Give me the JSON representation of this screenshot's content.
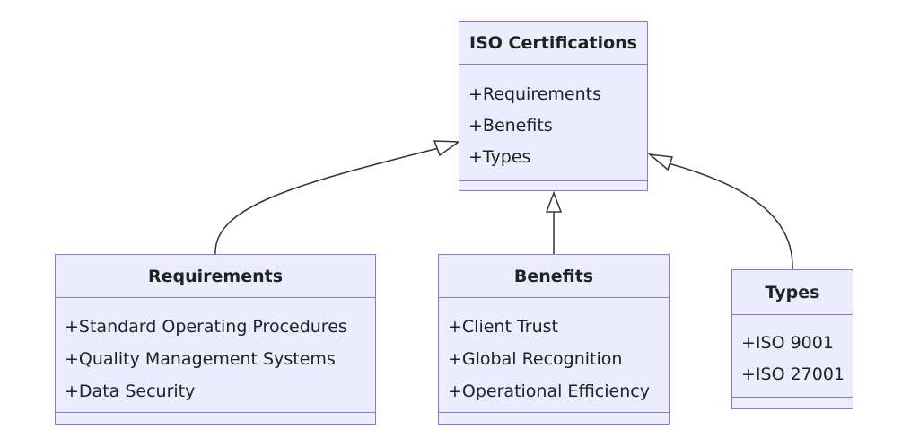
{
  "classes": {
    "iso": {
      "name": "ISO Certifications",
      "attributes": [
        "+Requirements",
        "+Benefits",
        "+Types"
      ]
    },
    "requirements": {
      "name": "Requirements",
      "attributes": [
        "+Standard Operating Procedures",
        "+Quality Management Systems",
        "+Data Security"
      ]
    },
    "benefits": {
      "name": "Benefits",
      "attributes": [
        "+Client Trust",
        "+Global Recognition",
        "+Operational Efficiency"
      ]
    },
    "types": {
      "name": "Types",
      "attributes": [
        "+ISO 9001",
        "+ISO 27001"
      ]
    }
  },
  "relations": [
    {
      "from": "requirements",
      "to": "iso",
      "kind": "inheritance"
    },
    {
      "from": "benefits",
      "to": "iso",
      "kind": "inheritance"
    },
    {
      "from": "types",
      "to": "iso",
      "kind": "inheritance"
    }
  ],
  "colors": {
    "box_fill": "#ECECFF",
    "box_border": "#9370DB",
    "edge": "#333333",
    "text": "#222222"
  }
}
